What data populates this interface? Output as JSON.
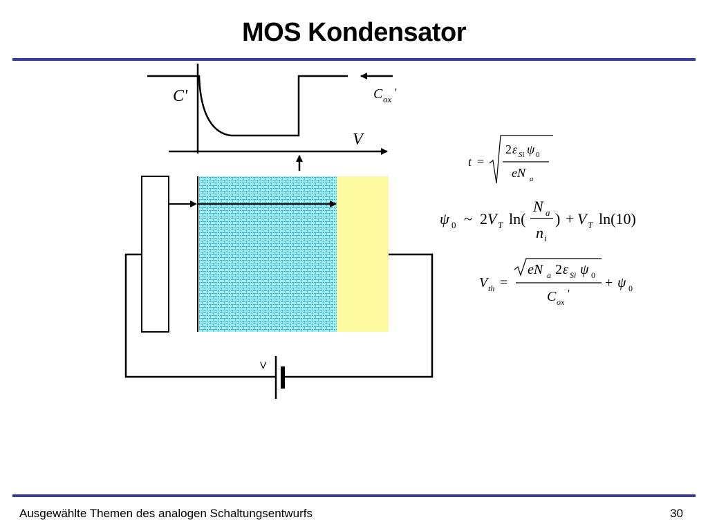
{
  "slide": {
    "title": "MOS Kondensator",
    "footer": "Ausgewählte Themen des analogen Schaltungsentwurfs",
    "page_number": "30"
  },
  "graph": {
    "y_label": "C'",
    "x_label": "V",
    "cox_label_main": "C",
    "cox_label_sub": "ox",
    "cox_label_prime": "'"
  },
  "circuit": {
    "source_label": "V"
  },
  "colors": {
    "rule": "#3b3b9c",
    "semiconductor_fill": "#a8ecf4",
    "semiconductor_pattern": "#2ab4d4",
    "contact_fill": "#fdf9a0"
  },
  "formulas": {
    "t": {
      "lhs": "t",
      "eq": "=",
      "num": "2εSiψ0",
      "den": "eNa"
    },
    "psi0": {
      "lhs": "ψ0",
      "rel": "~",
      "term1": "2VT ln(",
      "frac_num": "Na",
      "frac_den": "ni",
      "term2": ") + VT ln(10)"
    },
    "vth": {
      "lhs": "Vth",
      "eq": "=",
      "num": "√(eNa 2εSiψ0)",
      "den": "Cox'",
      "tail": "+ψ0"
    }
  }
}
